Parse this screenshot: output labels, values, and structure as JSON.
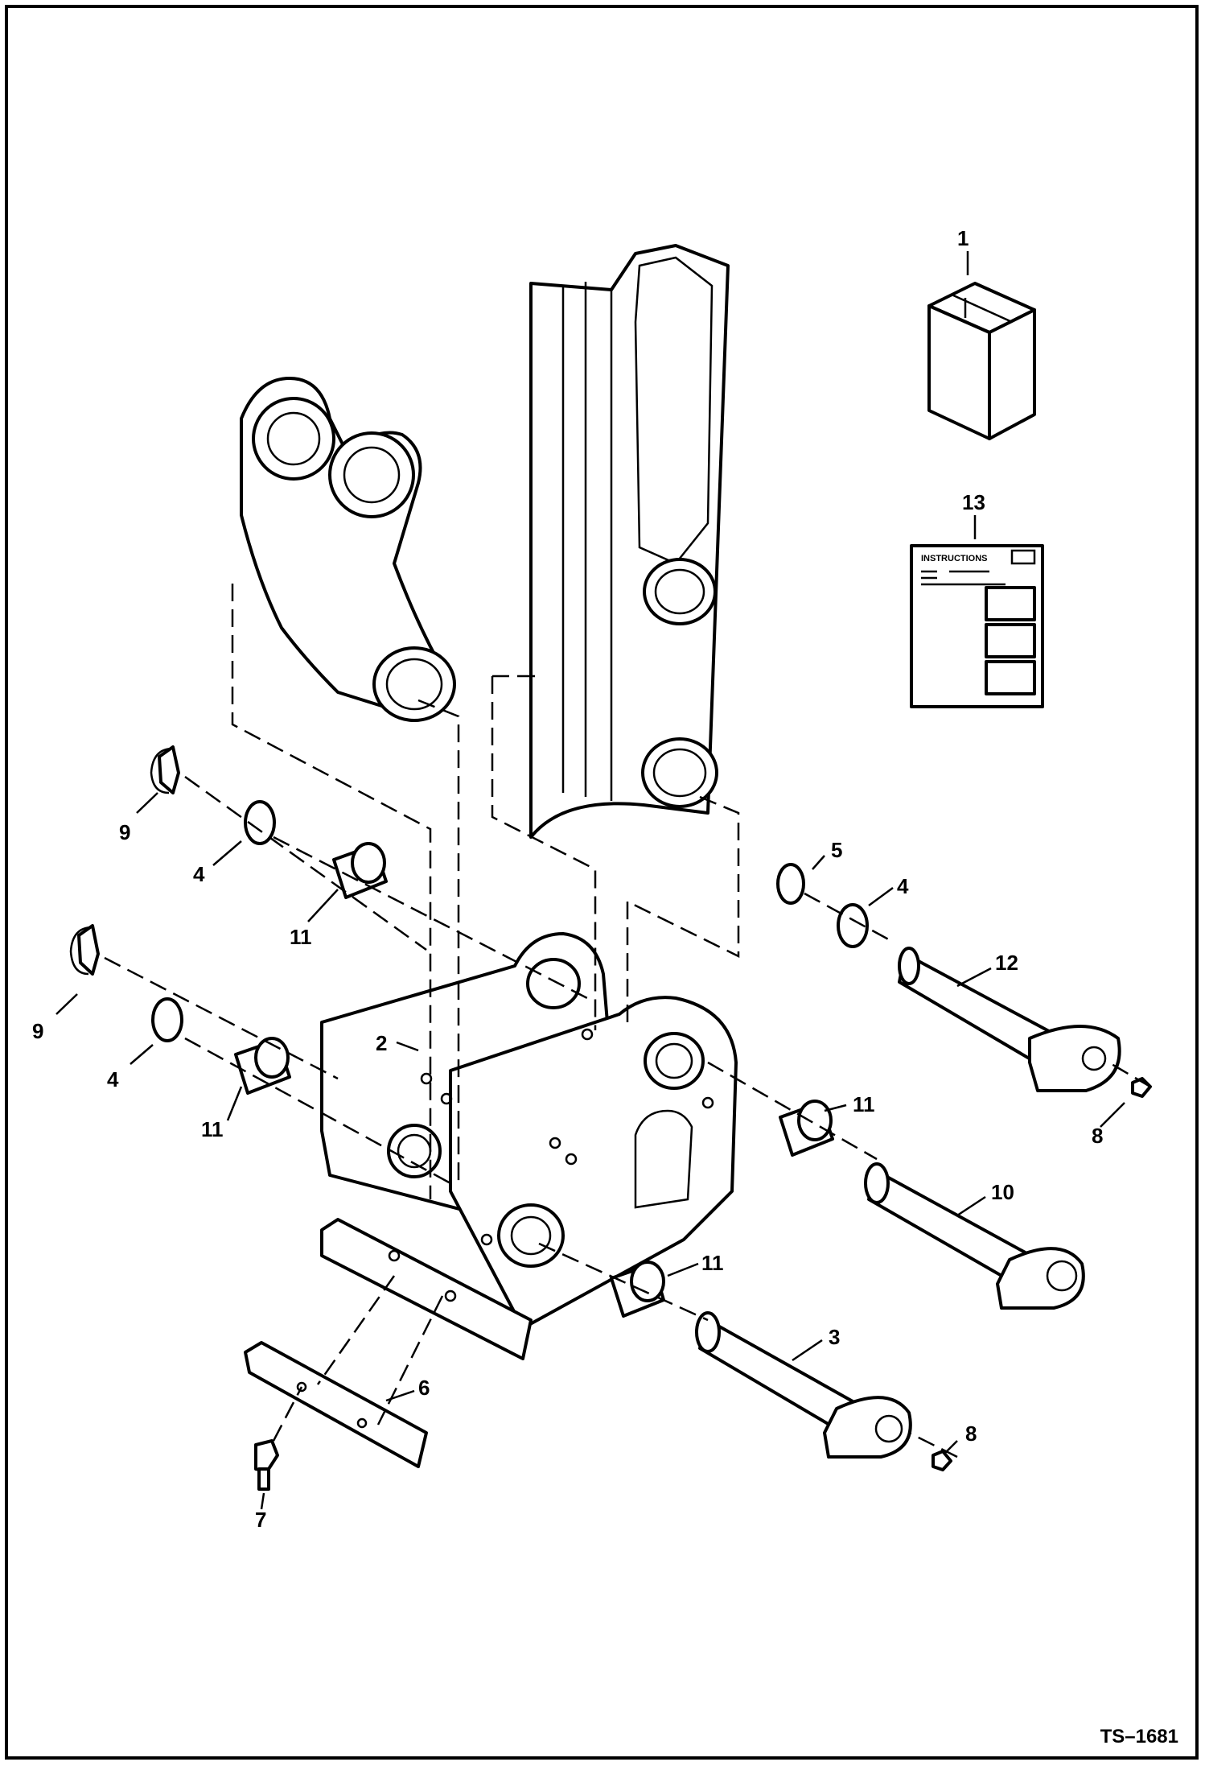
{
  "drawing_id": "TS–1681",
  "manual_label": "INSTRUCTIONS",
  "callouts": {
    "c1": "1",
    "c2": "2",
    "c3": "3",
    "c4a": "4",
    "c4b": "4",
    "c4c": "4",
    "c5": "5",
    "c6": "6",
    "c7": "7",
    "c8a": "8",
    "c8b": "8",
    "c9a": "9",
    "c9b": "9",
    "c10": "10",
    "c11a": "11",
    "c11b": "11",
    "c11c": "11",
    "c11d": "11",
    "c12": "12",
    "c13": "13"
  },
  "colors": {
    "line": "#000000",
    "background": "#ffffff"
  }
}
